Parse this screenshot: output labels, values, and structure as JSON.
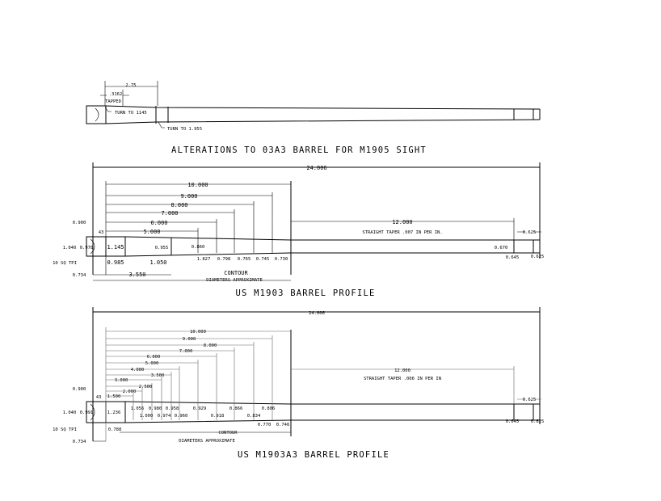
{
  "alterations": {
    "title": "ALTERATIONS TO 03A3 BARREL FOR M1905 SIGHT",
    "dim_length": "2.75",
    "tapped_label": ".3162",
    "tapped_note": "TAPPED",
    "turn_note_1": "TURN TO 1145",
    "turn_note_2": "TURN TO 1.955"
  },
  "m1903": {
    "title": "US M1903 BARREL PROFILE",
    "overall_length": "24.006",
    "stations": [
      "10.000",
      "9.000",
      "8.000",
      "7.000",
      "6.000",
      "5.000"
    ],
    "station_diameters": [
      "1.827",
      "0.798",
      "0.765",
      "0.745",
      "0.730"
    ],
    "straight_taper_length": "12.000",
    "straight_taper_note": "STRAIGHT TAPER .007 IN PER IN.",
    "breech": {
      "dim_0900": "0.900",
      "angle": "43",
      "dia_1040": "1.040",
      "dia_0978": "0.978",
      "thread": "10 SQ TPI",
      "len_0734": "0.734"
    },
    "dia_1145": "1.145",
    "dia_0955": "0.955",
    "dia_0860": "0.860",
    "len_0985": "0.985",
    "len_1050": "1.050",
    "len_3550": "3.550",
    "contour": "CONTOUR",
    "contour_note": "DIAMETERS APPROXIMATE",
    "muzzle": {
      "dia_0670": "0.670",
      "dia_0645": "0.645",
      "len_0625": "0.625",
      "dia_0625": "0.625"
    }
  },
  "m1903a3": {
    "title": "US M1903A3 BARREL PROFILE",
    "overall_length": "24.006",
    "stations": [
      "10.000",
      "9.000",
      "8.000",
      "7.000",
      "6.000",
      "5.000",
      "4.000",
      "3.500",
      "3.000",
      "2.500",
      "2.000",
      "1.500"
    ],
    "station_diameters": [
      "1.056",
      "1.000",
      "0.980",
      "0.974",
      "0.958",
      "0.960",
      "0.929",
      "0.918",
      "0.866",
      "0.834",
      "0.806"
    ],
    "dia_0770": "0.770",
    "dia_0746": "0.746",
    "straight_taper_length": "12.000",
    "straight_taper_note": "STRAIGHT TAPER .006 IN PER IN",
    "breech": {
      "dim_0900": "0.900",
      "angle": "43",
      "dia_1040": "1.040",
      "dia_0991": "0.991",
      "thread": "10 SQ TPI",
      "len_0734": "0.734"
    },
    "dia_1236": "1.236",
    "len_0788": "0.788",
    "contour": "CONTOUR",
    "contour_note": "DIAMETERS APPROXIMATE",
    "muzzle": {
      "dia_0645": "0.645",
      "len_0625": "0.625",
      "dia_0625": "0.625"
    }
  }
}
